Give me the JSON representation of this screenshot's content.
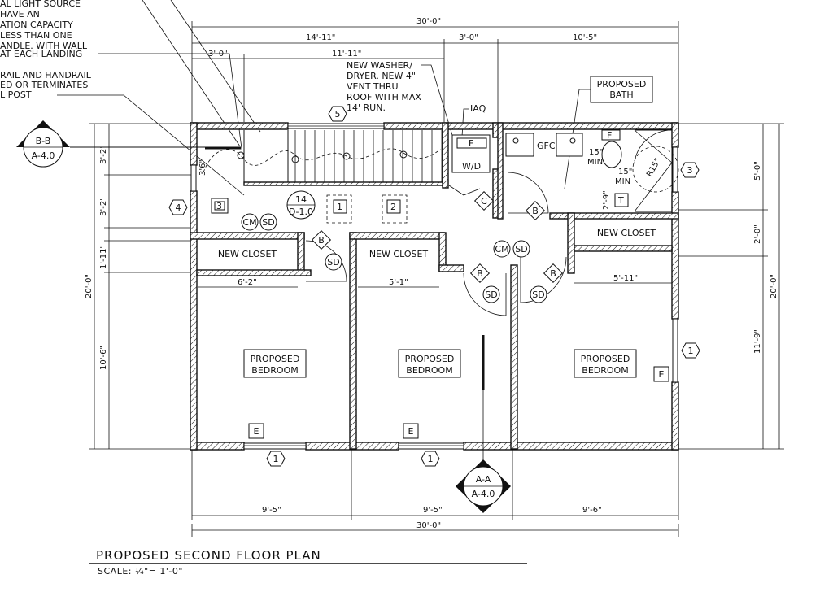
{
  "notes": {
    "light_lines": [
      "AL LIGHT SOURCE",
      "HAVE AN",
      "ATION CAPACITY",
      "LESS THAN ONE",
      "ANDLE. WITH WALL",
      "AT EACH LANDING"
    ],
    "rail_lines": [
      "RAIL AND HANDRAIL",
      "ED OR TERMINATES",
      "L POST"
    ],
    "washer_lines": [
      "NEW WASHER/",
      "DRYER. NEW 4\"",
      "VENT THRU",
      "ROOF WITH MAX",
      "14' RUN."
    ],
    "iaq": "IAQ",
    "bath_lines": [
      "PROPOSED",
      "BATH"
    ]
  },
  "dimensions": {
    "overall_top": "30'-0\"",
    "top_left": "14'-11\"",
    "top_mid": "3'-0\"",
    "top_right": "10'-5\"",
    "stair_left": "3'-0\"",
    "stair_run": "11'-11\"",
    "left_1": "3'-2\"",
    "left_2": "3'-2\"",
    "left_3": "1'-11\"",
    "left_4": "10'-6\"",
    "left_overall": "20'-0\"",
    "right_1": "5'-0\"",
    "right_2": "2'-0\"",
    "right_3": "11'-9\"",
    "right_overall": "20'-0\"",
    "closet_1": "6'-2\"",
    "closet_2": "5'-1\"",
    "closet_3": "5'-11\"",
    "bottom_1": "9'-5\"",
    "bottom_2": "9'-5\"",
    "bottom_3": "9'-6\"",
    "overall_bottom": "30'-0\"",
    "bath_min_1": [
      "15\"",
      "MIN"
    ],
    "bath_min_2": [
      "15\"",
      "MIN"
    ],
    "bath_2_9": "2'-9\"",
    "shower_radius": "R15\"",
    "stair_rise": "3'6\""
  },
  "rooms": {
    "closet_1": "NEW CLOSET",
    "closet_2": "NEW CLOSET",
    "closet_3": "NEW CLOSET",
    "bedroom_1": [
      "PROPOSED",
      "BEDROOM"
    ],
    "bedroom_2": [
      "PROPOSED",
      "BEDROOM"
    ],
    "bedroom_3": [
      "PROPOSED",
      "BEDROOM"
    ]
  },
  "fixtures": {
    "wd": "W/D",
    "gfci": "GFCI",
    "f": "F",
    "t": "T"
  },
  "tags": {
    "sd": "SD",
    "cm": "CM",
    "b": "B",
    "c": "C",
    "e": "E",
    "win_1": "1",
    "win_3": "3",
    "win_4": "4",
    "win_5": "5",
    "box_1": "1",
    "box_2": "2",
    "box_3": "3",
    "detail_num": "14",
    "detail_sheet": "D-1.0"
  },
  "sections": {
    "bb": "B-B",
    "bb_sheet": "A-4.0",
    "aa": "A-A",
    "aa_sheet": "A-4.0"
  },
  "title": {
    "main": "PROPOSED SECOND FLOOR PLAN",
    "scale": "SCALE: ¼\"= 1'-0\""
  }
}
